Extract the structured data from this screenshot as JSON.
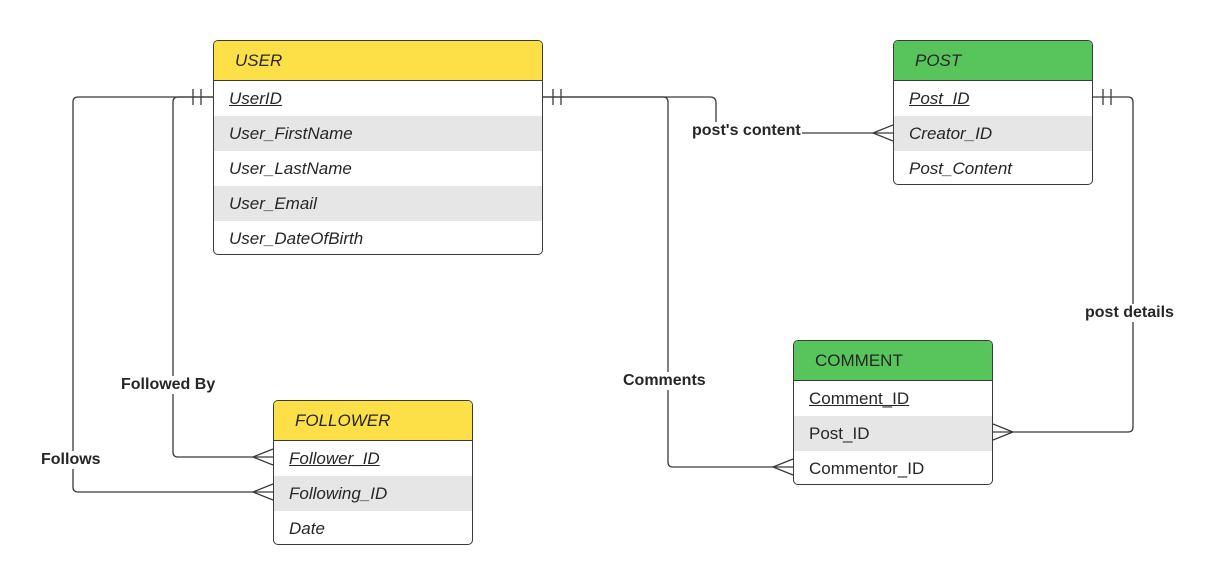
{
  "colors": {
    "user_header": "#fde047",
    "post_header": "#58c45c",
    "comment_header": "#58c45c",
    "follower_header": "#fde047",
    "line": "#3a3a3a"
  },
  "entities": {
    "user": {
      "title": "USER",
      "fields": [
        "UserID",
        "User_FirstName",
        "User_LastName",
        "User_Email",
        "User_DateOfBirth"
      ]
    },
    "post": {
      "title": "POST",
      "fields": [
        "Post_ID",
        "Creator_ID",
        "Post_Content"
      ]
    },
    "comment": {
      "title": "COMMENT",
      "fields": [
        "Comment_ID",
        "Post_ID",
        "Commentor_ID"
      ]
    },
    "follower": {
      "title": "FOLLOWER",
      "fields": [
        "Follower_ID",
        "Following_ID",
        "Date"
      ]
    }
  },
  "relationships": {
    "posts_content": "post's content",
    "post_details": "post details",
    "comments": "Comments",
    "followed_by": "Followed By",
    "follows": "Follows"
  }
}
